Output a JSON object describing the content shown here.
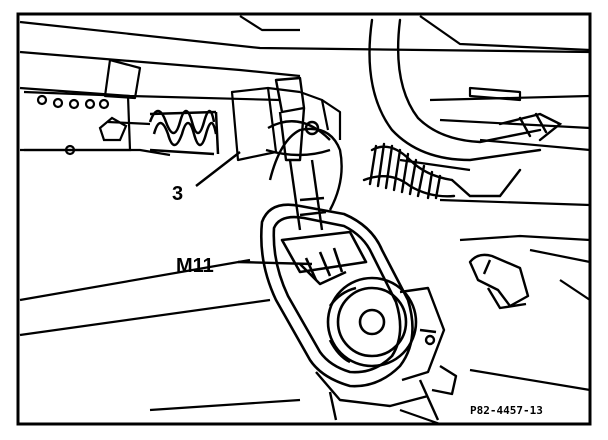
{
  "diagram": {
    "callouts": [
      {
        "id": "3",
        "label": "3"
      },
      {
        "id": "M11",
        "label": "M11"
      }
    ],
    "reference_code": "P82-4457-13"
  }
}
